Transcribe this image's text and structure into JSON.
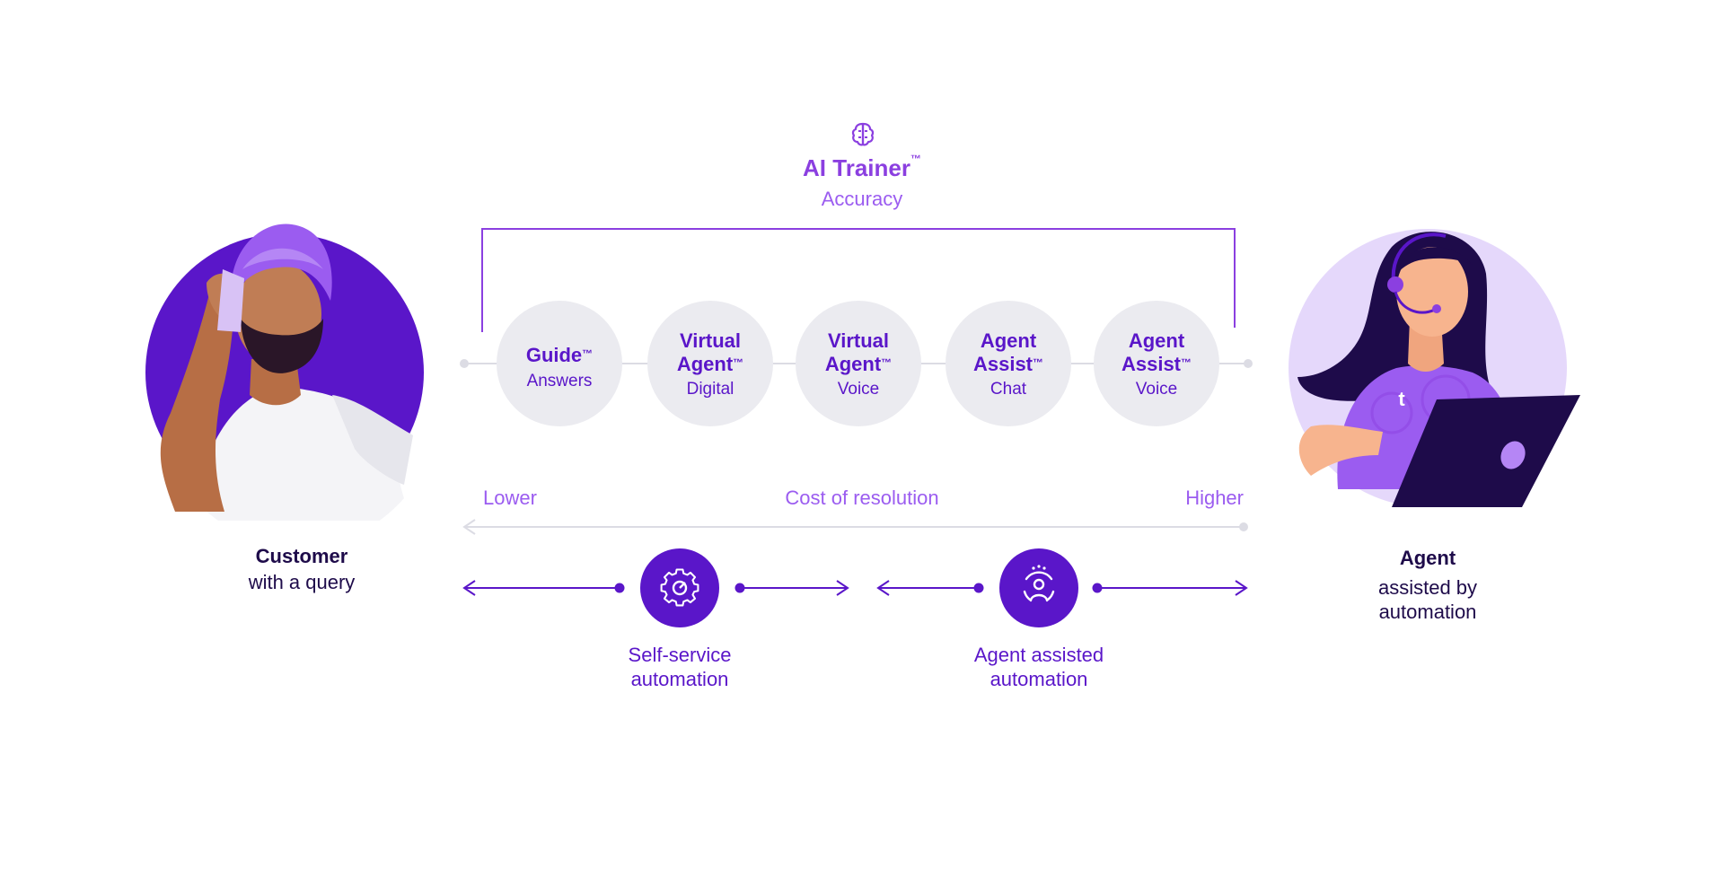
{
  "trainer": {
    "title": "AI Trainer",
    "tm": "™",
    "subtitle": "Accuracy",
    "icon": "brain-icon"
  },
  "nodes": [
    {
      "line1": "Guide",
      "line2": "",
      "tm": "™",
      "sub": "Answers"
    },
    {
      "line1": "Virtual",
      "line2": "Agent",
      "tm": "™",
      "sub": "Digital"
    },
    {
      "line1": "Virtual",
      "line2": "Agent",
      "tm": "™",
      "sub": "Voice"
    },
    {
      "line1": "Agent",
      "line2": "Assist",
      "tm": "™",
      "sub": "Chat"
    },
    {
      "line1": "Agent",
      "line2": "Assist",
      "tm": "™",
      "sub": "Voice"
    }
  ],
  "cost": {
    "low": "Lower",
    "label": "Cost of resolution",
    "high": "Higher"
  },
  "customer": {
    "title": "Customer",
    "subtitle": "with a query"
  },
  "agent": {
    "title": "Agent",
    "line1": "assisted by",
    "line2": "automation",
    "badge": "t"
  },
  "automation": {
    "self_service": {
      "line1": "Self-service",
      "line2": "automation",
      "icon": "gear-icon"
    },
    "agent_assisted": {
      "line1": "Agent assisted",
      "line2": "automation",
      "icon": "person-icon"
    }
  },
  "colors": {
    "accent": "#8B3FE0",
    "deep": "#5A16C9",
    "dark": "#1E0B4A",
    "node_bg": "#EBEBF0",
    "line": "#DCDCE4"
  }
}
